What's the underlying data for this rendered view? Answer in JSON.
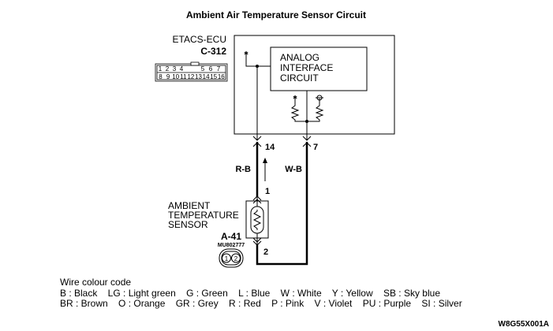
{
  "title": "Ambient Air Temperature Sensor Circuit",
  "ecu": {
    "name": "ETACS-ECU",
    "connector": "C-312",
    "circuit": [
      "ANALOG",
      "INTERFACE",
      "CIRCUIT"
    ],
    "pins_top": [
      "1",
      "2",
      "3",
      "4",
      "5",
      "6",
      "7"
    ],
    "pins_bottom": [
      "8",
      "9",
      "10",
      "11",
      "12",
      "13",
      "14",
      "15",
      "16"
    ],
    "terminal_signal": "14",
    "terminal_ground": "7"
  },
  "wires": {
    "signal": "R-B",
    "ground": "W-B"
  },
  "sensor": {
    "name": [
      "AMBIENT",
      "TEMPERATURE",
      "SENSOR"
    ],
    "connector": "A-41",
    "part_no": "MU802777",
    "terminal_1": "1",
    "terminal_2": "2",
    "pins": [
      "1",
      "2"
    ]
  },
  "legend": {
    "heading": "Wire colour code",
    "line1": "B : Black    LG : Light green    G : Green    L : Blue    W : White    Y : Yellow    SB : Sky blue",
    "line2": "BR : Brown    O : Orange    GR : Grey    R : Red    P : Pink    V : Violet    PU : Purple    SI : Silver"
  },
  "figure_id": "W8G55X001A"
}
